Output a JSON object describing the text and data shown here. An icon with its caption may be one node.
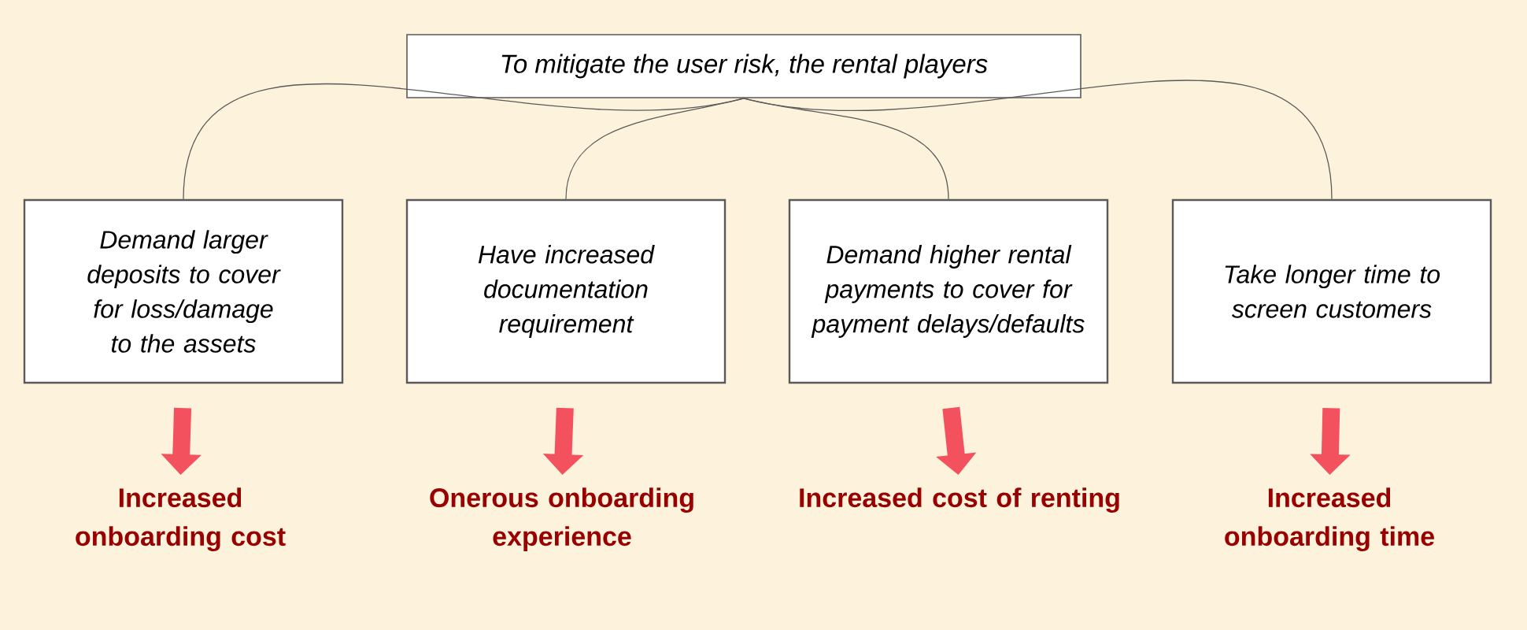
{
  "diagram": {
    "nodes": [
      {
        "text": [
          "To mitigate the user risk, the rental players"
        ]
      },
      {
        "text": [
          "Demand larger deposits to cover for loss/damage to the assets"
        ]
      },
      {
        "text": [
          "Have increased documentation requirement"
        ]
      },
      {
        "text": [
          "Demand higher rental payments to cover for payment delays/defaults"
        ]
      },
      {
        "text": [
          "Take longer time to screen customers"
        ]
      },
      {
        "text": [
          "Increased onboarding cost"
        ]
      },
      {
        "text": [
          "Onerous onboarding experience"
        ]
      },
      {
        "text": [
          "Increased cost of renting"
        ]
      },
      {
        "text": [
          "Increased onboarding time"
        ]
      }
    ],
    "edges": [
      {
        "from": 0,
        "to": 1,
        "arrow": "none"
      },
      {
        "from": 0,
        "to": 2,
        "arrow": "none"
      },
      {
        "from": 0,
        "to": 3,
        "arrow": "none"
      },
      {
        "from": 0,
        "to": 4,
        "arrow": "none"
      },
      {
        "from": 1,
        "to": 5,
        "arrow": "to",
        "style": "thick",
        "color": "#f4515e"
      },
      {
        "from": 2,
        "to": 6,
        "arrow": "to",
        "style": "thick",
        "color": "#f4515e"
      },
      {
        "from": 3,
        "to": 7,
        "arrow": "to",
        "style": "thick",
        "color": "#f4515e"
      },
      {
        "from": 4,
        "to": 8,
        "arrow": "to",
        "style": "thick",
        "color": "#f4515e"
      }
    ]
  }
}
